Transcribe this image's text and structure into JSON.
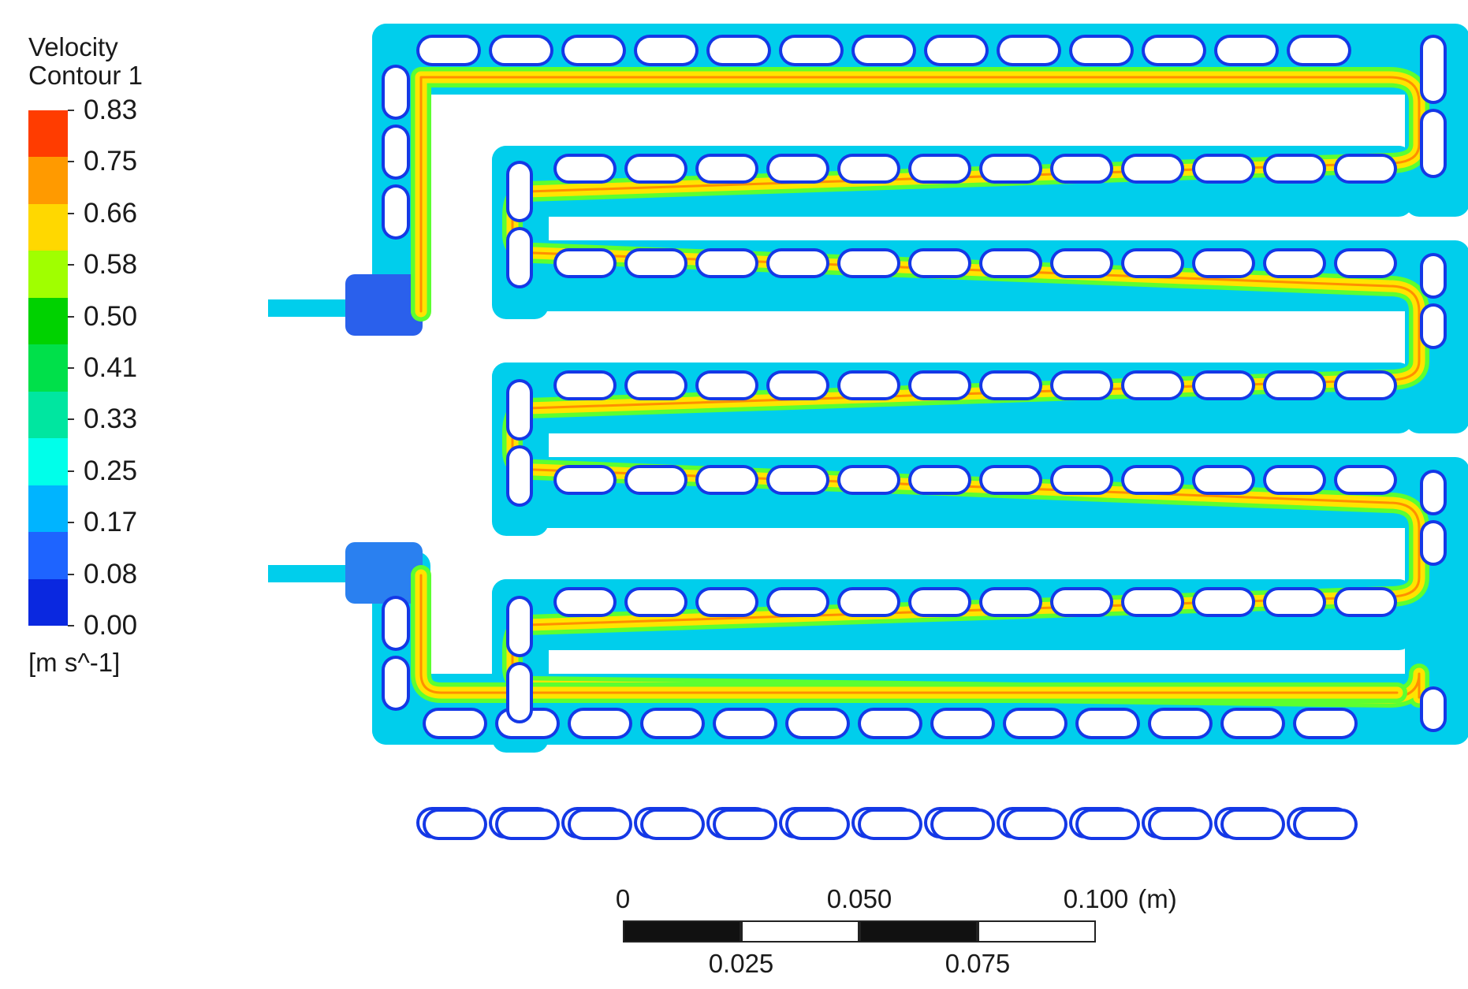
{
  "legend": {
    "title_line1": "Velocity",
    "title_line2": "Contour 1",
    "unit": "[m s^-1]",
    "levels": [
      "0.83",
      "0.75",
      "0.66",
      "0.58",
      "0.50",
      "0.41",
      "0.33",
      "0.25",
      "0.17",
      "0.08",
      "0.00"
    ],
    "band_colors": [
      "#ff3c00",
      "#ff9a00",
      "#ffd800",
      "#a0ff00",
      "#00d200",
      "#00e04a",
      "#00e6a0",
      "#00ffea",
      "#00b4ff",
      "#1e64ff",
      "#0a28e0"
    ]
  },
  "scale_bar": {
    "top_labels": [
      "0",
      "0.050",
      "0.100"
    ],
    "unit": "(m)",
    "bottom_labels": [
      "0.025",
      "0.075"
    ]
  },
  "colors": {
    "wall": "#00ceec",
    "obstacle_gap": "#1438e6",
    "high_velocity": "#ff4800",
    "mid_velocity": "#ffe400",
    "low_mid": "#5cff30"
  }
}
